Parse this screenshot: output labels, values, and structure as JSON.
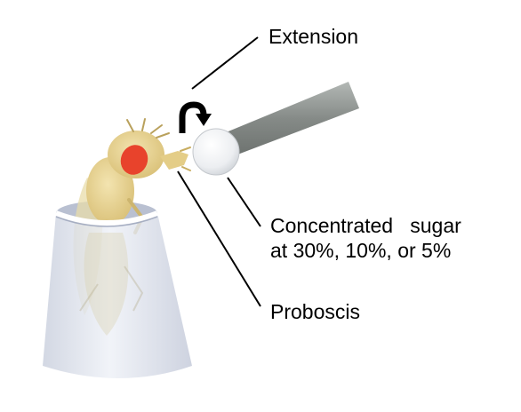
{
  "labels": {
    "extension": "Extension",
    "sugar_line1": "Concentrated   sugar",
    "sugar_line2": "at 30%, 10%, or 5%",
    "proboscis": "Proboscis"
  },
  "colors": {
    "line": "#000000",
    "fly_body": "#e4cd87",
    "fly_eye": "#e8432c",
    "tube": "#d2d8e6",
    "probe_rod": "#8f9491",
    "sugar_drop": "#eef0f3",
    "arrow": "#000000"
  },
  "icons": {
    "arrow": "curved-arrow-icon"
  }
}
